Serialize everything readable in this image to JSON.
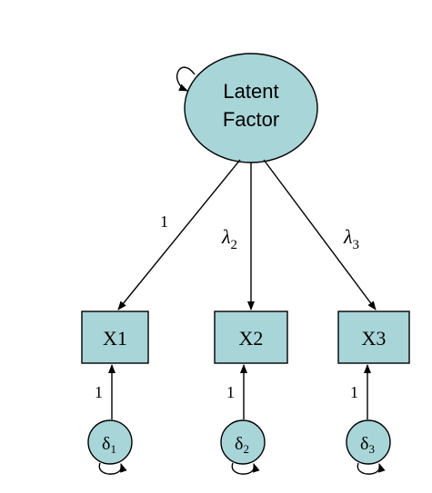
{
  "latent_factor": {
    "line1": "Latent",
    "line2": "Factor"
  },
  "indicators": [
    {
      "id": "x1",
      "label": "X1"
    },
    {
      "id": "x2",
      "label": "X2"
    },
    {
      "id": "x3",
      "label": "X3"
    }
  ],
  "loadings": [
    {
      "symbol": "1",
      "subscript": ""
    },
    {
      "symbol": "λ",
      "subscript": "2"
    },
    {
      "symbol": "λ",
      "subscript": "3"
    }
  ],
  "errors": [
    {
      "symbol": "δ",
      "subscript": "1",
      "path_label": "1"
    },
    {
      "symbol": "δ",
      "subscript": "2",
      "path_label": "1"
    },
    {
      "symbol": "δ",
      "subscript": "3",
      "path_label": "1"
    }
  ],
  "colors": {
    "node_fill": "#a8d5d8",
    "stroke": "#000000",
    "background": "#ffffff"
  }
}
